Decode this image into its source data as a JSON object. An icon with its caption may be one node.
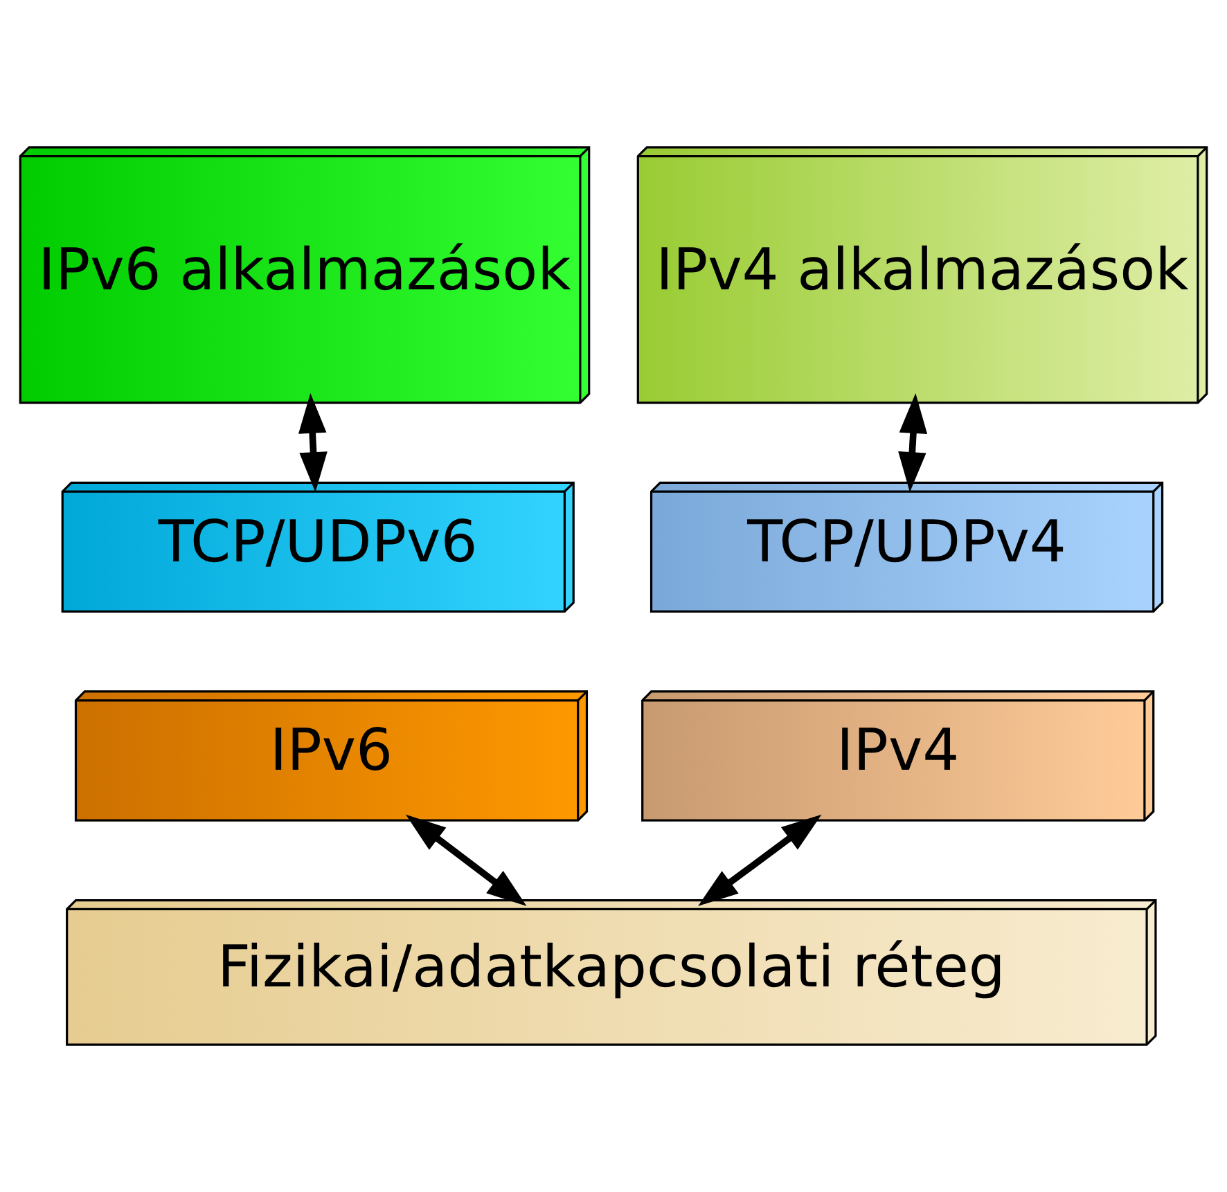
{
  "diagram": {
    "nodes": [
      {
        "text": [
          "IPv6 alkalmazások"
        ]
      },
      {
        "text": [
          "IPv4 alkalmazások"
        ]
      },
      {
        "text": [
          "TCP/UDPv6"
        ]
      },
      {
        "text": [
          "IPv6"
        ]
      },
      {
        "text": [
          "TCP/UDPv4"
        ]
      },
      {
        "text": [
          "IPv4"
        ]
      },
      {
        "text": [
          "Fizikai/adatkapcsolati réteg"
        ]
      }
    ],
    "edges": [
      {
        "from": 0,
        "to": 2,
        "arrow": "both"
      },
      {
        "from": 1,
        "to": 4,
        "arrow": "both"
      },
      {
        "from": 3,
        "to": 6,
        "arrow": "both"
      },
      {
        "from": 5,
        "to": 6,
        "arrow": "both"
      }
    ]
  }
}
